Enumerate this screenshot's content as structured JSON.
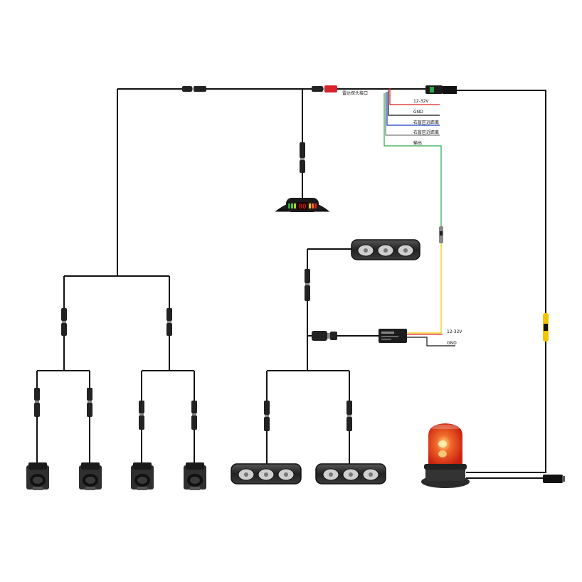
{
  "labels": {
    "radar_port": "雷达探头接口",
    "v_12_32": "12-32V",
    "gnd": "GND",
    "right_blind_far": "右盲区远距离",
    "right_blind_near": "右盲区近距离",
    "output": "输出",
    "relay_v": "12-32V",
    "relay_gnd": "GND",
    "display_digits": "00"
  },
  "colors": {
    "wire_main": "#111111",
    "wire_red": "#e02020",
    "wire_blue": "#1a3fbf",
    "wire_green": "#2aa84a",
    "wire_yellow": "#f2c400",
    "beacon_red": "#e8331c",
    "lamp_body": "#2b2b2b",
    "plug_red": "#d8232a"
  }
}
